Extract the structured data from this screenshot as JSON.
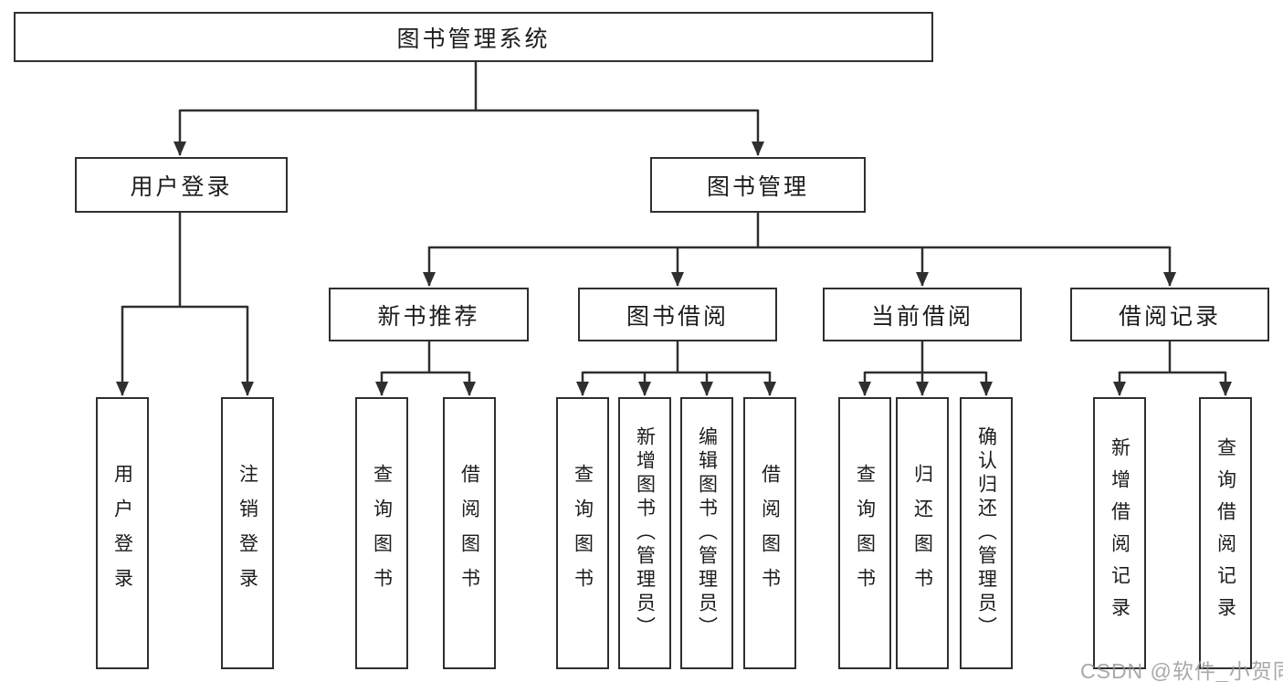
{
  "diagram": {
    "root": {
      "label": "图书管理系统"
    },
    "branches": [
      {
        "label": "用户登录",
        "children": [
          {
            "label": "用户登录"
          },
          {
            "label": "注销登录"
          }
        ]
      },
      {
        "label": "图书管理",
        "groups": [
          {
            "label": "新书推荐",
            "children": [
              {
                "label": "查询图书"
              },
              {
                "label": "借阅图书"
              }
            ]
          },
          {
            "label": "图书借阅",
            "children": [
              {
                "label": "查询图书"
              },
              {
                "label": "新增图书（管理员）"
              },
              {
                "label": "编辑图书（管理员）"
              },
              {
                "label": "借阅图书"
              }
            ]
          },
          {
            "label": "当前借阅",
            "children": [
              {
                "label": "查询图书"
              },
              {
                "label": "归还图书"
              },
              {
                "label": "确认归还（管理员）"
              }
            ]
          },
          {
            "label": "借阅记录",
            "children": [
              {
                "label": "新增借阅记录"
              },
              {
                "label": "查询借阅记录"
              }
            ]
          }
        ]
      }
    ]
  },
  "watermark": {
    "text": "CSDN @软件_小贺同学"
  },
  "colors": {
    "line": "#2f2f2f",
    "box_border": "#2f2f2f",
    "box_fill": "#ffffff",
    "text": "#1c1c1c",
    "watermark": "#969696",
    "background": "#ffffff"
  }
}
